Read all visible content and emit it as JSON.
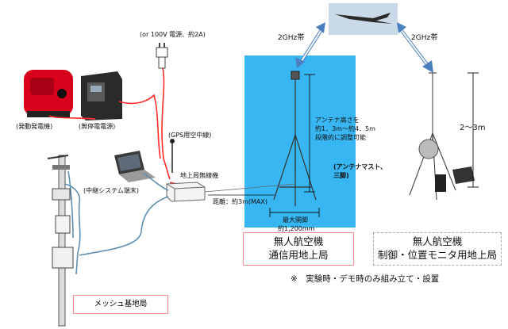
{
  "labels": {
    "power_source": "(or 100V 電源、約2A)",
    "band_left": "2GHz帯",
    "band_right": "2GHz帯",
    "generator": "(発動発電機)",
    "ups": "(無停電電源)",
    "gps_antenna": "(GPS用空中線)",
    "ground_radio": "地上局無線機",
    "relay_terminal": "(中継システム端末)",
    "distance": "距離：約3m(MAX)",
    "antenna_height_1": "アンテナ高さを",
    "antenna_height_2": "約1．3m～約4．5m",
    "antenna_height_3": "段階的に調整可能",
    "antenna_mast_1": "(アンテナマスト、",
    "antenna_mast_2": "三脚)",
    "max_open_1": "最大開脚",
    "max_open_2": "約1,200mm",
    "height_right": "2～3m",
    "note": "※　実験時・デモ時のみ組み立て・設置",
    "mesh_station": "メッシュ基地局"
  },
  "stations": {
    "comm_line1": "無人航空機",
    "comm_line2": "通信用地上局",
    "ctrl_line1": "無人航空機",
    "ctrl_line2": "制御・位置モニタ用地上局"
  },
  "colors": {
    "blue_panel": "#38b6f2",
    "power_cable": "#ff2a2a",
    "data_cable": "#5f8fb0",
    "arrow": "#4b7fc0",
    "box_border_pink": "#ff8c8c",
    "generator_red": "#d9001b"
  }
}
